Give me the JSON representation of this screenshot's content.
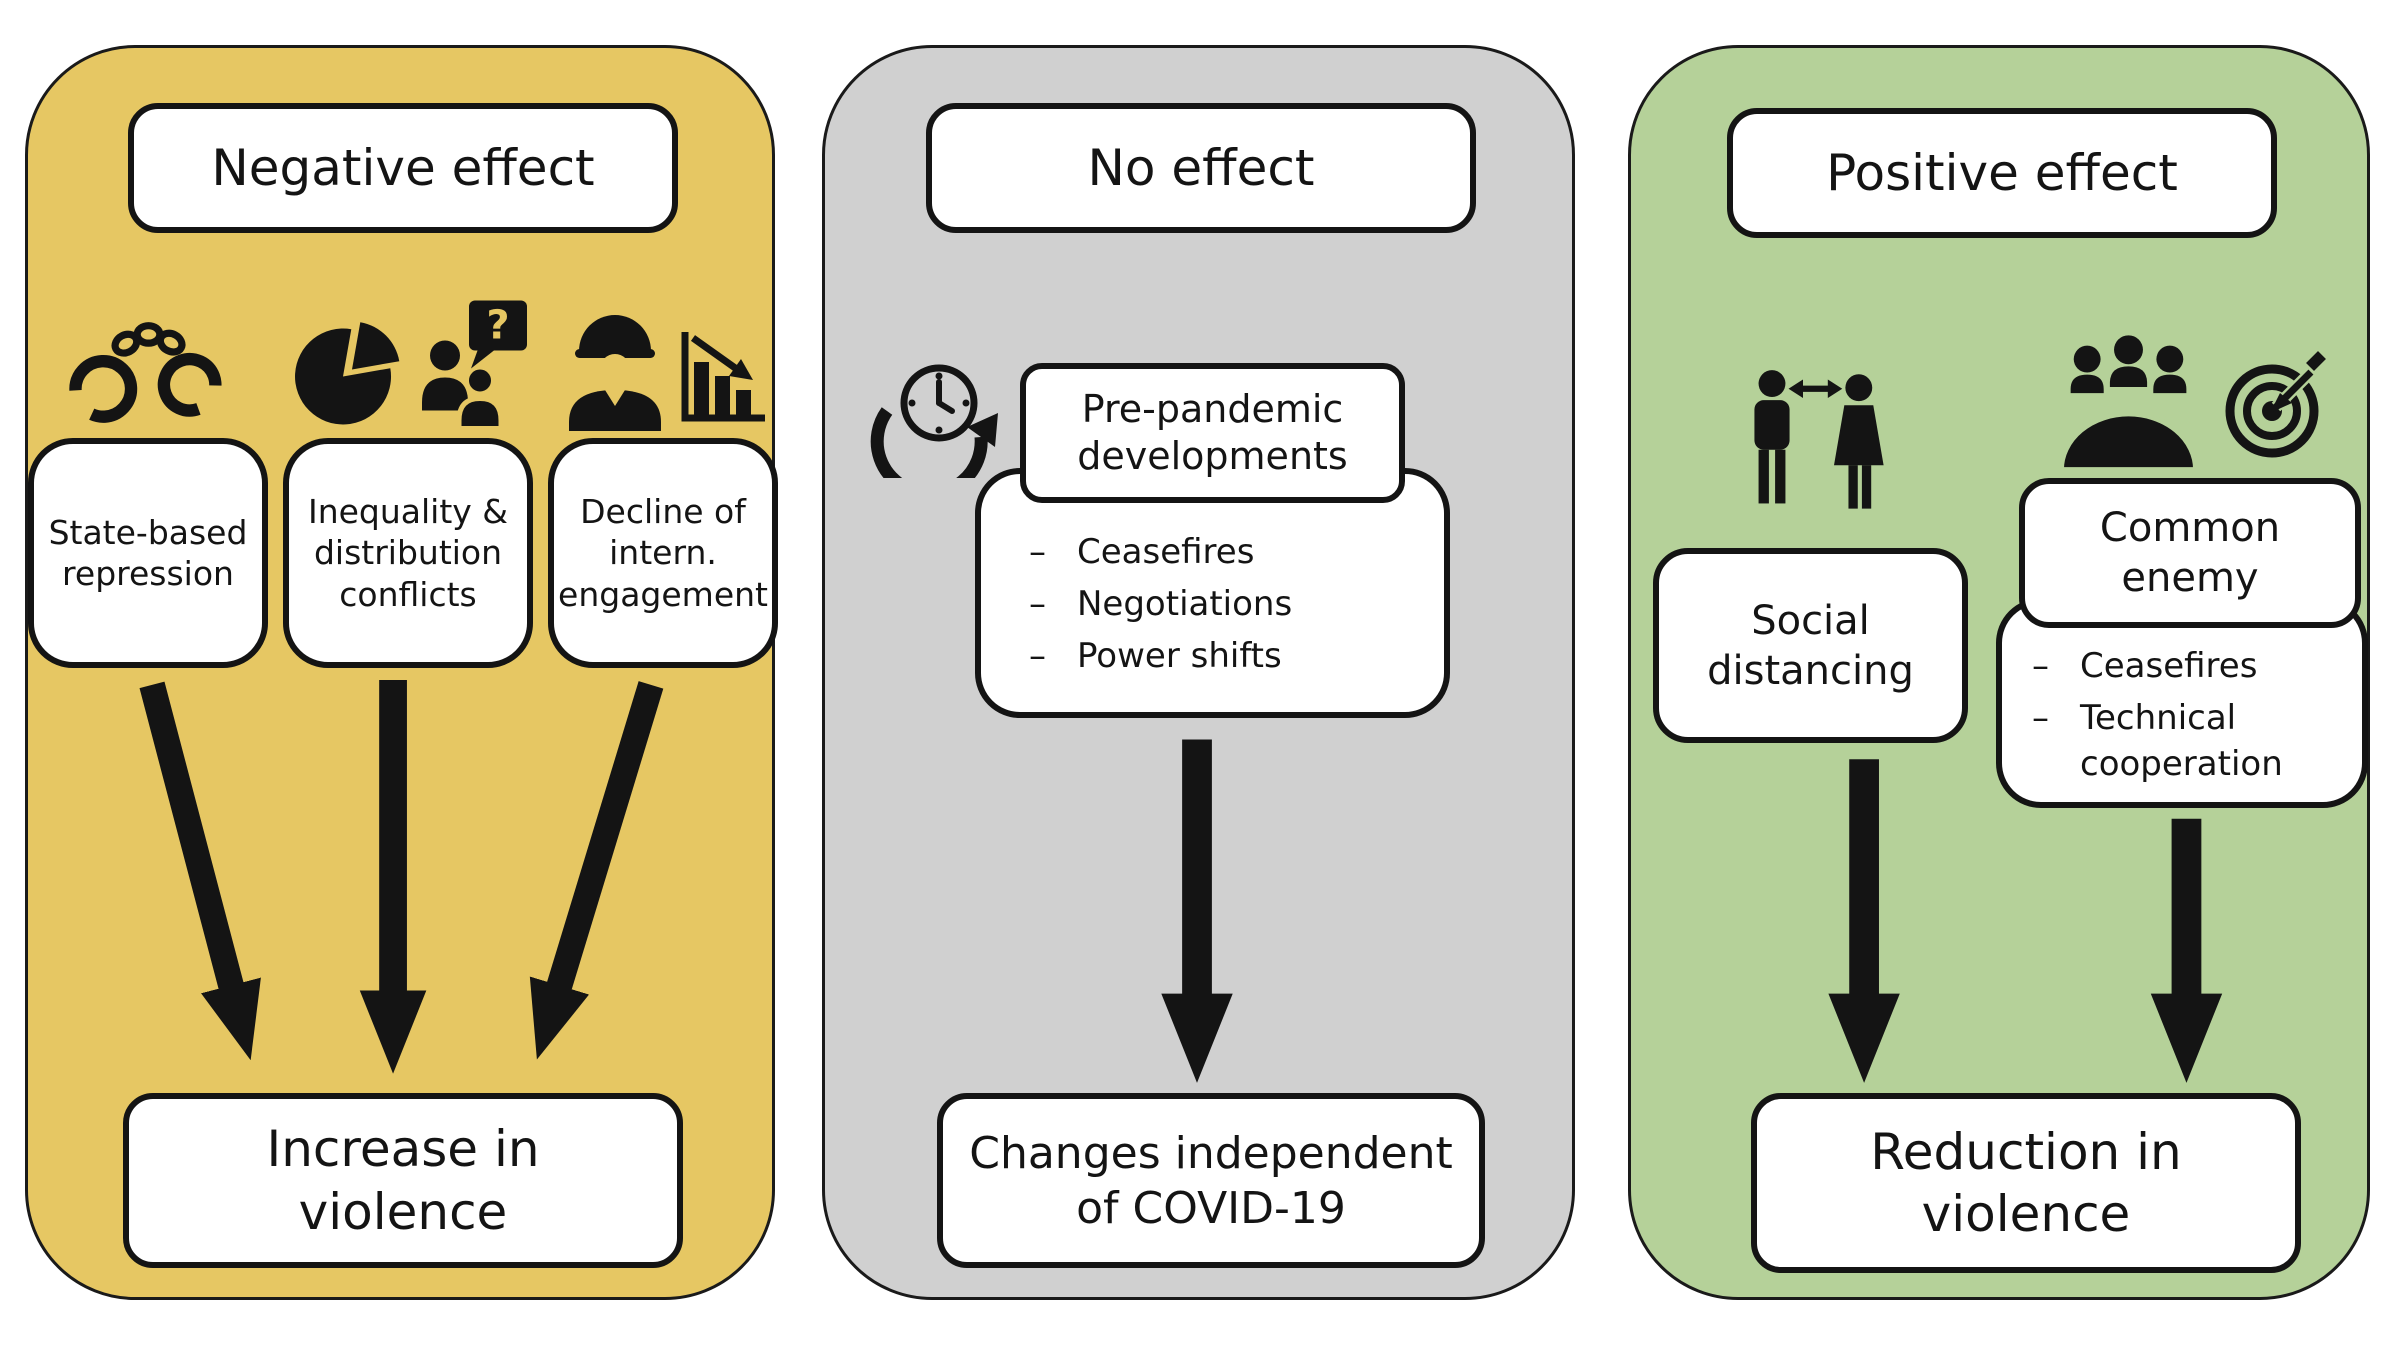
{
  "figure": {
    "ink_color": "#141414",
    "bullet_marker": "–",
    "icon_glyphs": {
      "question_mark": "?"
    },
    "panels": [
      {
        "title": "Negative effect",
        "bg_color": "#E6C763",
        "causes": [
          {
            "label": "State-based repression",
            "icon": "handcuffs-icon",
            "bullets": []
          },
          {
            "label": "Inequality & distribution conflicts",
            "icon": "pie-chart-discussion-icon",
            "bullets": []
          },
          {
            "label": "Decline of intern. engagement",
            "icon": "soldier-declining-chart-icon",
            "bullets": []
          }
        ],
        "outcome": "Increase in violence"
      },
      {
        "title": "No effect",
        "bg_color": "#D0D0D0",
        "causes": [
          {
            "label": "Pre-pandemic developments",
            "icon": "history-clock-icon",
            "bullets": [
              "Ceasefires",
              "Negotiations",
              "Power shifts"
            ]
          }
        ],
        "outcome": "Changes independent of COVID-19"
      },
      {
        "title": "Positive effect",
        "bg_color": "#B5D199",
        "causes": [
          {
            "label": "Social distancing",
            "icon": "social-distancing-icon",
            "bullets": []
          },
          {
            "label": "Common enemy",
            "icon": "meeting-group-icon + target-dart-icon",
            "bullets": [
              "Ceasefires",
              "Technical cooperation"
            ]
          }
        ],
        "outcome": "Reduction in violence"
      }
    ]
  }
}
